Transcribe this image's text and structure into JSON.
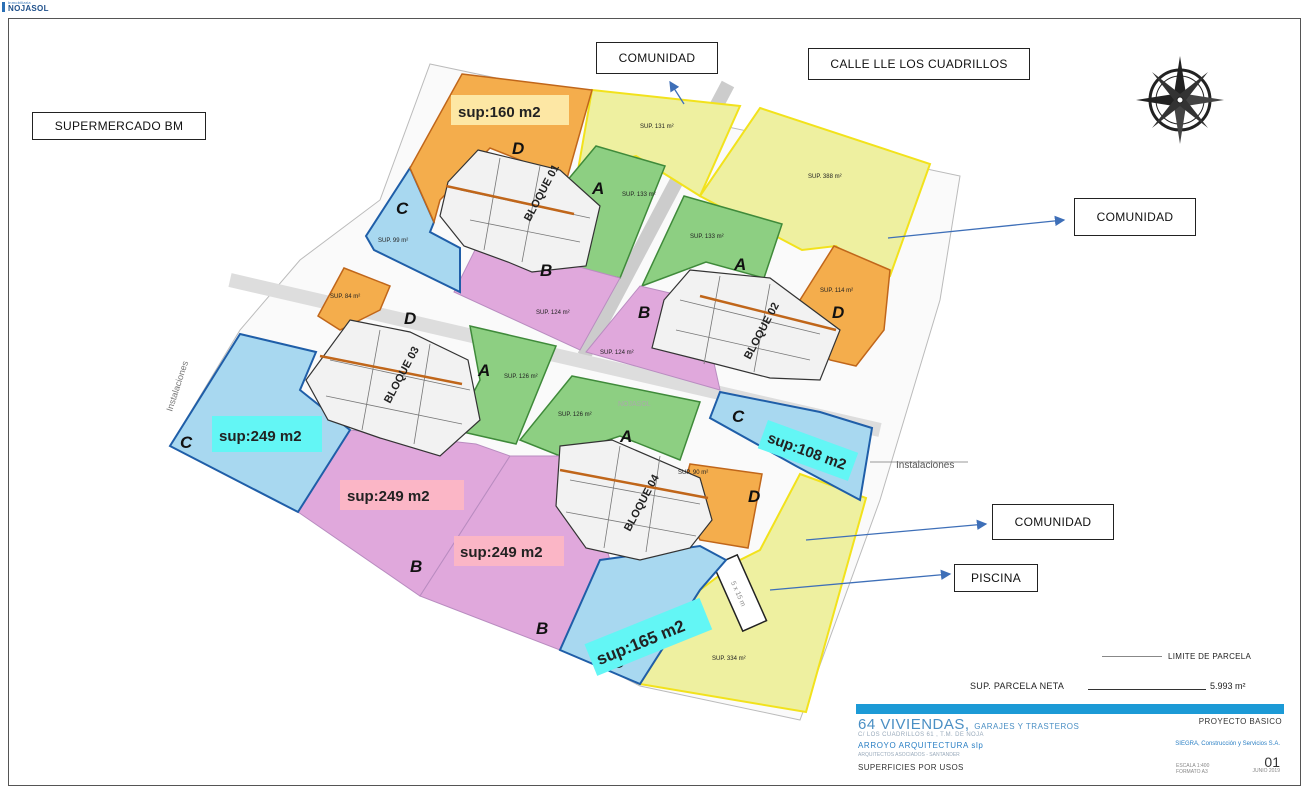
{
  "logo": {
    "line1": "Inmobiliaria",
    "line2": "NOJASOL"
  },
  "callouts": {
    "comunidad_top": "COMUNIDAD",
    "calle": "CALLE LLE LOS CUADRILLOS",
    "supermercado": "SUPERMERCADO BM",
    "comunidad_right": "COMUNIDAD",
    "comunidad_lower": "COMUNIDAD",
    "piscina": "PISCINA"
  },
  "area_labels": {
    "sup160": "sup:160 m2",
    "sup249_c": "sup:249 m2",
    "sup249_b1": "sup:249 m2",
    "sup249_b2": "sup:249 m2",
    "sup108": "sup:108 m2",
    "sup165": "sup:165 m2"
  },
  "plan_text": {
    "s131": "SUP. 131 m²",
    "s388": "SUP. 388 m²",
    "s133a": "SUP. 133 m²",
    "s133b": "SUP. 133 m²",
    "s99": "SUP. 99 m²",
    "s84": "SUP. 84 m²",
    "s124a": "SUP. 124 m²",
    "s124b": "SUP. 124 m²",
    "s114": "SUP. 114 m²",
    "s126a": "SUP. 126 m²",
    "s126b": "SUP. 126 m²",
    "s90": "SUP. 90 m²",
    "s334": "SUP. 334 m²",
    "bloque01": "BLOQUE 01",
    "bloque02": "BLOQUE 02",
    "bloque03": "BLOQUE 03",
    "bloque04": "BLOQUE 04",
    "instalaciones_left": "Instalaciones",
    "instalaciones_right": "Instalaciones",
    "watermark": "NOJASOL",
    "pool_dim": "5 x 15 m",
    "letters": {
      "A": "A",
      "B": "B",
      "C": "C",
      "D": "D"
    }
  },
  "legend": {
    "limite": "LIMITE DE PARCELA",
    "sup_parcela_label": "SUP. PARCELA NETA",
    "sup_parcela_value": "5.993 m²"
  },
  "title_block": {
    "title": "64 VIVIENDAS,",
    "title_suffix": "GARAJES Y TRASTEROS",
    "subtitle": "C/ LOS CUADRILLOS 61 , T.M. DE NOJA",
    "firm": "ARROYO ARQUITECTURA slp",
    "firm_sub": "ARQUITECTOS ASOCIADOS - SANTANDER",
    "doc": "SUPERFICIES POR USOS",
    "type": "PROYECTO BASICO",
    "constructora": "SIEGRA, Construcción y Servicios S.A.",
    "number": "01",
    "scale": "ESCALA 1:400",
    "format": "FORMATO A3",
    "date": "JUNIO 2019"
  },
  "colors": {
    "yellow": "#eef0a0",
    "yellow_edge": "#f2e21c",
    "green": "#8dcf82",
    "green_edge": "#3f8a3a",
    "blue": "#a8d8f0",
    "blue_edge": "#1f5ea8",
    "pink": "#e0a8dc",
    "orange": "#f4ad4c",
    "orange_edge": "#c0661a",
    "label_yellow": "#fde7a4",
    "label_cyan": "#63f6f5",
    "label_pink": "#fbb6c6",
    "arrow": "#3e6fb8"
  },
  "icons": [
    "compass-rose-icon",
    "arrow-icon"
  ]
}
